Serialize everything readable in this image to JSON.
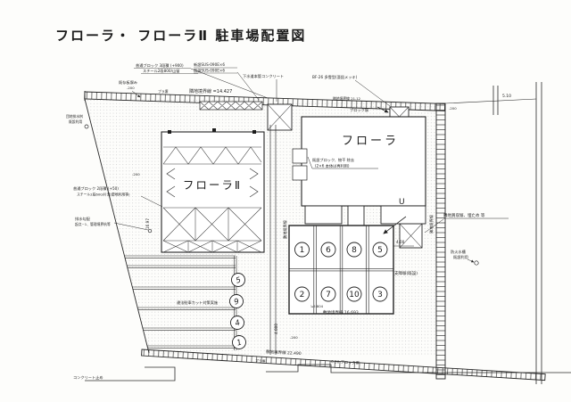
{
  "title": "フローラ・ フローラⅡ 駐車場配置図",
  "buildings": {
    "flora": "フローラ",
    "flora2": "フローラⅡ",
    "u_mark": "U"
  },
  "parking": {
    "grid_rows": [
      [
        "1",
        "6",
        "8",
        "5"
      ],
      [
        "2",
        "7",
        "10",
        "3"
      ]
    ],
    "side_numbers": [
      "5",
      "9",
      "4",
      "1"
    ]
  },
  "dims": {
    "boundary_top": "隣地境界線 =14.427",
    "boundary_top_b": "隣地境界線 21.12",
    "d510": "5.10",
    "d400": "4.00",
    "d4000": "4.000",
    "d6804": "≒6.804",
    "d16693": "敷地境界線 16.693",
    "d22490": "敷地境界線 22.490",
    "d1697": "16.97",
    "off_left": "-200",
    "off_right": "-200",
    "off_mid": "-200",
    "off_fence": "-200"
  },
  "ann": {
    "tl1a": "普通ブロック 3段積 (+900)",
    "tl1b": "スチール2段800/山留",
    "tl2a": "新設SUS-090E×6",
    "tl2b": "既設SUS-090E×6",
    "tl3": "下水道本管コンクリート",
    "tl4": "BF-26 多雪型(亜鉛メッキ)",
    "fence_a": "既存板塀み",
    "pla1": "プラ塀",
    "block_top": "ブロック塀",
    "drain_a": "団地排水桝",
    "drain_b": "既設利用",
    "lm1a": "普通ブロック 2段積 (+50)",
    "lm1b": "スチール2段600/片流(更地利用等)",
    "lm2a": "排水勾配",
    "lm2b": "起点~1、管理境界杭等",
    "removal_a": "既設ブロック、物干 除去",
    "removal_b": "(2×6 本体は再利用)",
    "purchase": "隣地買収塀、埋ため 等",
    "fire_a": "防火水槽",
    "fire_b": "既設利用",
    "hinder": "支障塀(既設)",
    "illegal": "違法駐車カット対策実施",
    "vert_site": "敷地境界線",
    "vert_right": "隣地境界線",
    "pla2": "プラ塀",
    "block_btm": "6.50 ブロック塀",
    "conc_stop": "コンクリート止め"
  },
  "colors": {
    "line": "#2a2a2a",
    "stipple": "#a9a9ad",
    "paper": "#fdfdfb"
  }
}
